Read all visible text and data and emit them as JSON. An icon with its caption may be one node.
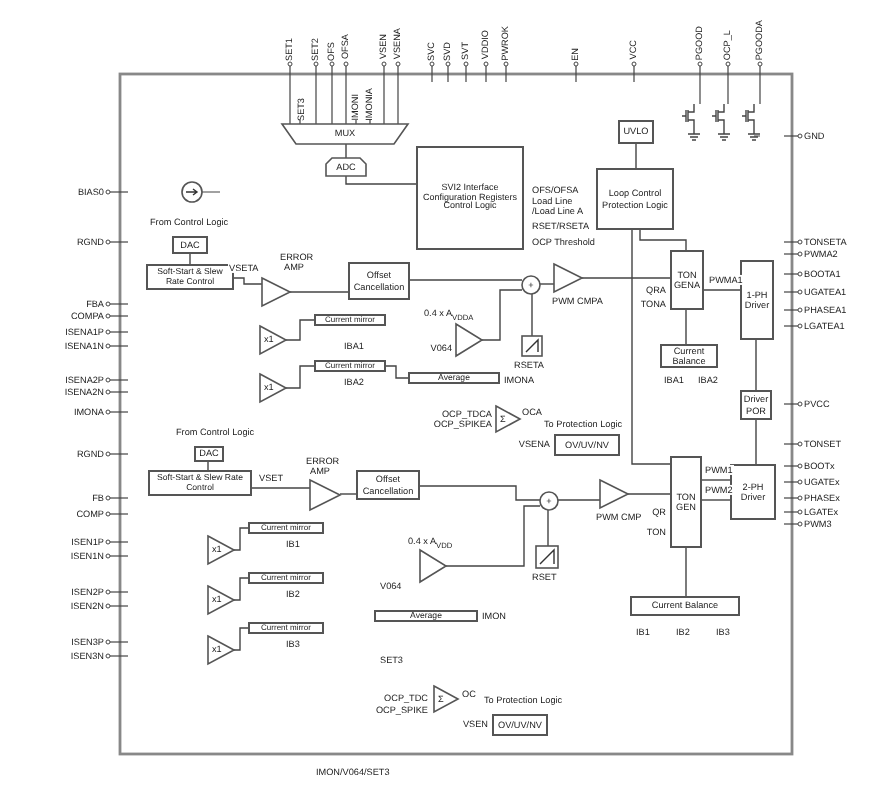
{
  "diagram": {
    "nodes": [
      {
        "text": [
          "MUX"
        ]
      },
      {
        "text": [
          "ADC"
        ]
      },
      {
        "text": [
          "SVI2 Interface Configuration Registers Control Logic"
        ]
      },
      {
        "text": [
          "UVLO"
        ]
      },
      {
        "text": [
          "Loop Control Protection Logic"
        ]
      },
      {
        "text": [
          "DAC"
        ]
      },
      {
        "text": [
          "Soft-Start & Slew Rate Control"
        ]
      },
      {
        "text": [],
        "shape": "triangle",
        "beside": [
          "ERROR AMP"
        ]
      },
      {
        "text": [
          "Offset Cancellation"
        ]
      },
      {
        "text": [
          "x1"
        ]
      },
      {
        "text": [
          "Current mirror"
        ]
      },
      {
        "text": [
          "x1"
        ]
      },
      {
        "text": [
          "Current mirror"
        ]
      },
      {
        "text": [
          "Average"
        ]
      },
      {
        "text": [],
        "shape": "triangle",
        "beside": [
          "0.4 x A$_{VDDA}$"
        ]
      },
      {
        "text": [
          "+"
        ]
      },
      {
        "text": [],
        "shape": "triangle",
        "beside": [
          "PWM CMPA"
        ]
      },
      {
        "text": [],
        "shape": "box",
        "beside": [
          "RSETA"
        ]
      },
      {
        "text": [
          "TON GENA"
        ]
      },
      {
        "text": [
          "1-PH Driver"
        ]
      },
      {
        "text": [
          "Current Balance"
        ]
      },
      {
        "text": [
          "Driver POR"
        ]
      },
      {
        "text": [
          "Σ"
        ]
      },
      {
        "text": [
          "OV/UV/NV"
        ]
      },
      {
        "text": [
          "DAC"
        ]
      },
      {
        "text": [
          "Soft-Start & Slew Rate Control"
        ]
      },
      {
        "text": [],
        "shape": "triangle",
        "beside": [
          "ERROR AMP"
        ]
      },
      {
        "text": [
          "Offset Cancellation"
        ]
      },
      {
        "text": [
          "x1"
        ]
      },
      {
        "text": [
          "Current mirror"
        ]
      },
      {
        "text": [
          "x1"
        ]
      },
      {
        "text": [
          "Current mirror"
        ]
      },
      {
        "text": [
          "x1"
        ]
      },
      {
        "text": [
          "Current mirror"
        ]
      },
      {
        "text": [
          "Average"
        ]
      },
      {
        "text": [],
        "shape": "triangle",
        "beside": [
          "0.4 x A$_{VDD}$"
        ]
      },
      {
        "text": [
          "+"
        ]
      },
      {
        "text": [],
        "shape": "triangle",
        "beside": [
          "PWM CMP"
        ]
      },
      {
        "text": [],
        "shape": "box",
        "beside": [
          "RSET"
        ]
      },
      {
        "text": [
          "TON GEN"
        ]
      },
      {
        "text": [
          "2-PH Driver"
        ]
      },
      {
        "text": [
          "Current Balance"
        ]
      },
      {
        "text": [
          "Σ"
        ]
      },
      {
        "text": [
          "OV/UV/NV"
        ]
      },
      {
        "text": [],
        "shape": "circle"
      }
    ],
    "edges": [
      {
        "from": 0,
        "to": 1,
        "arrow": "none"
      },
      {
        "from": 1,
        "to": 2,
        "arrow": "none"
      },
      {
        "from": 3,
        "to": 4,
        "arrow": "none"
      },
      {
        "from": 5,
        "to": 6,
        "arrow": "none"
      },
      {
        "from": 6,
        "to": 7,
        "arrow": "none",
        "label": "VSETA"
      },
      {
        "from": 7,
        "to": 8,
        "arrow": "none"
      },
      {
        "from": 8,
        "to": 15,
        "arrow": "none"
      },
      {
        "from": 9,
        "to": 10,
        "arrow": "none"
      },
      {
        "from": 11,
        "to": 12,
        "arrow": "none"
      },
      {
        "from": 12,
        "to": 13,
        "arrow": "none"
      },
      {
        "from": 14,
        "to": 15,
        "arrow": "none"
      },
      {
        "from": 17,
        "to": 15,
        "arrow": "none"
      },
      {
        "from": 15,
        "to": 16,
        "arrow": "none"
      },
      {
        "from": 16,
        "to": 18,
        "arrow": "none"
      },
      {
        "from": 18,
        "to": 19,
        "arrow": "none",
        "label": "PWMA1"
      },
      {
        "from": 18,
        "to": 20,
        "arrow": "none"
      },
      {
        "from": 21,
        "to": 19,
        "arrow": "none"
      },
      {
        "from": 21,
        "to": 40,
        "arrow": "none"
      },
      {
        "from": 24,
        "to": 25,
        "arrow": "none"
      },
      {
        "from": 25,
        "to": 26,
        "arrow": "none",
        "label": "VSET"
      },
      {
        "from": 26,
        "to": 27,
        "arrow": "none"
      },
      {
        "from": 27,
        "to": 36,
        "arrow": "none"
      },
      {
        "from": 28,
        "to": 29,
        "arrow": "none"
      },
      {
        "from": 30,
        "to": 31,
        "arrow": "none"
      },
      {
        "from": 32,
        "to": 33,
        "arrow": "none"
      },
      {
        "from": 35,
        "to": 36,
        "arrow": "none"
      },
      {
        "from": 38,
        "to": 36,
        "arrow": "none"
      },
      {
        "from": 36,
        "to": 37,
        "arrow": "none"
      },
      {
        "from": 37,
        "to": 39,
        "arrow": "none"
      },
      {
        "from": 39,
        "to": 40,
        "arrow": "none",
        "label": "PWM1"
      },
      {
        "from": 39,
        "to": 40,
        "arrow": "none",
        "label": "PWM2"
      },
      {
        "from": 39,
        "to": 41,
        "arrow": "none"
      },
      {
        "from": 4,
        "to": 18,
        "arrow": "none"
      },
      {
        "from": 4,
        "to": 39,
        "arrow": "none"
      }
    ],
    "labels": [
      "SET1",
      "SET2",
      "OFS",
      "OFSA",
      "VSEN",
      "VSENA",
      "SVC",
      "SVD",
      "SVT",
      "VDDIO",
      "PWROK",
      "EN",
      "VCC",
      "PGOOD",
      "OCP_L",
      "PGOODA",
      "SET3",
      "IMONI",
      "IMONIA",
      "GND",
      "BIAS0",
      "OFS/OFSA",
      "Load Line /Load Line A",
      "From Control Logic",
      "RSET/RSETA",
      "RGND",
      "OCP Threshold",
      "TONSETA",
      "PWMA2",
      "BOOTA1",
      "QRA",
      "UGATEA1",
      "FBA",
      "TONA",
      "PHASEA1",
      "COMPA",
      "LGATEA1",
      "ISENA1P",
      "ISENA1N",
      "IBA1",
      "V064",
      "ISENA2P",
      "IBA2",
      "IMONA",
      "IBA1",
      "IBA2",
      "ISENA2N",
      "PVCC",
      "IMONA",
      "OCP_TDCA",
      "OCA",
      "OCP_SPIKEA",
      "To Protection Logic",
      "From Control Logic",
      "VSENA",
      "TONSET",
      "RGND",
      "BOOTx",
      "UGATEx",
      "FB",
      "PHASEx",
      "COMP",
      "QR",
      "LGATEx",
      "PWM3",
      "TON",
      "ISEN1P",
      "IB1",
      "ISEN1N",
      "V064",
      "ISEN2P",
      "IB2",
      "ISEN2N",
      "IMON",
      "IB1",
      "IB2",
      "IB3",
      "ISEN3P",
      "IB3",
      "ISEN3N",
      "SET3",
      "OCP_TDC",
      "OC",
      "To Protection Logic",
      "OCP_SPIKE",
      "VSEN",
      "IMON/V064/SET3"
    ]
  }
}
